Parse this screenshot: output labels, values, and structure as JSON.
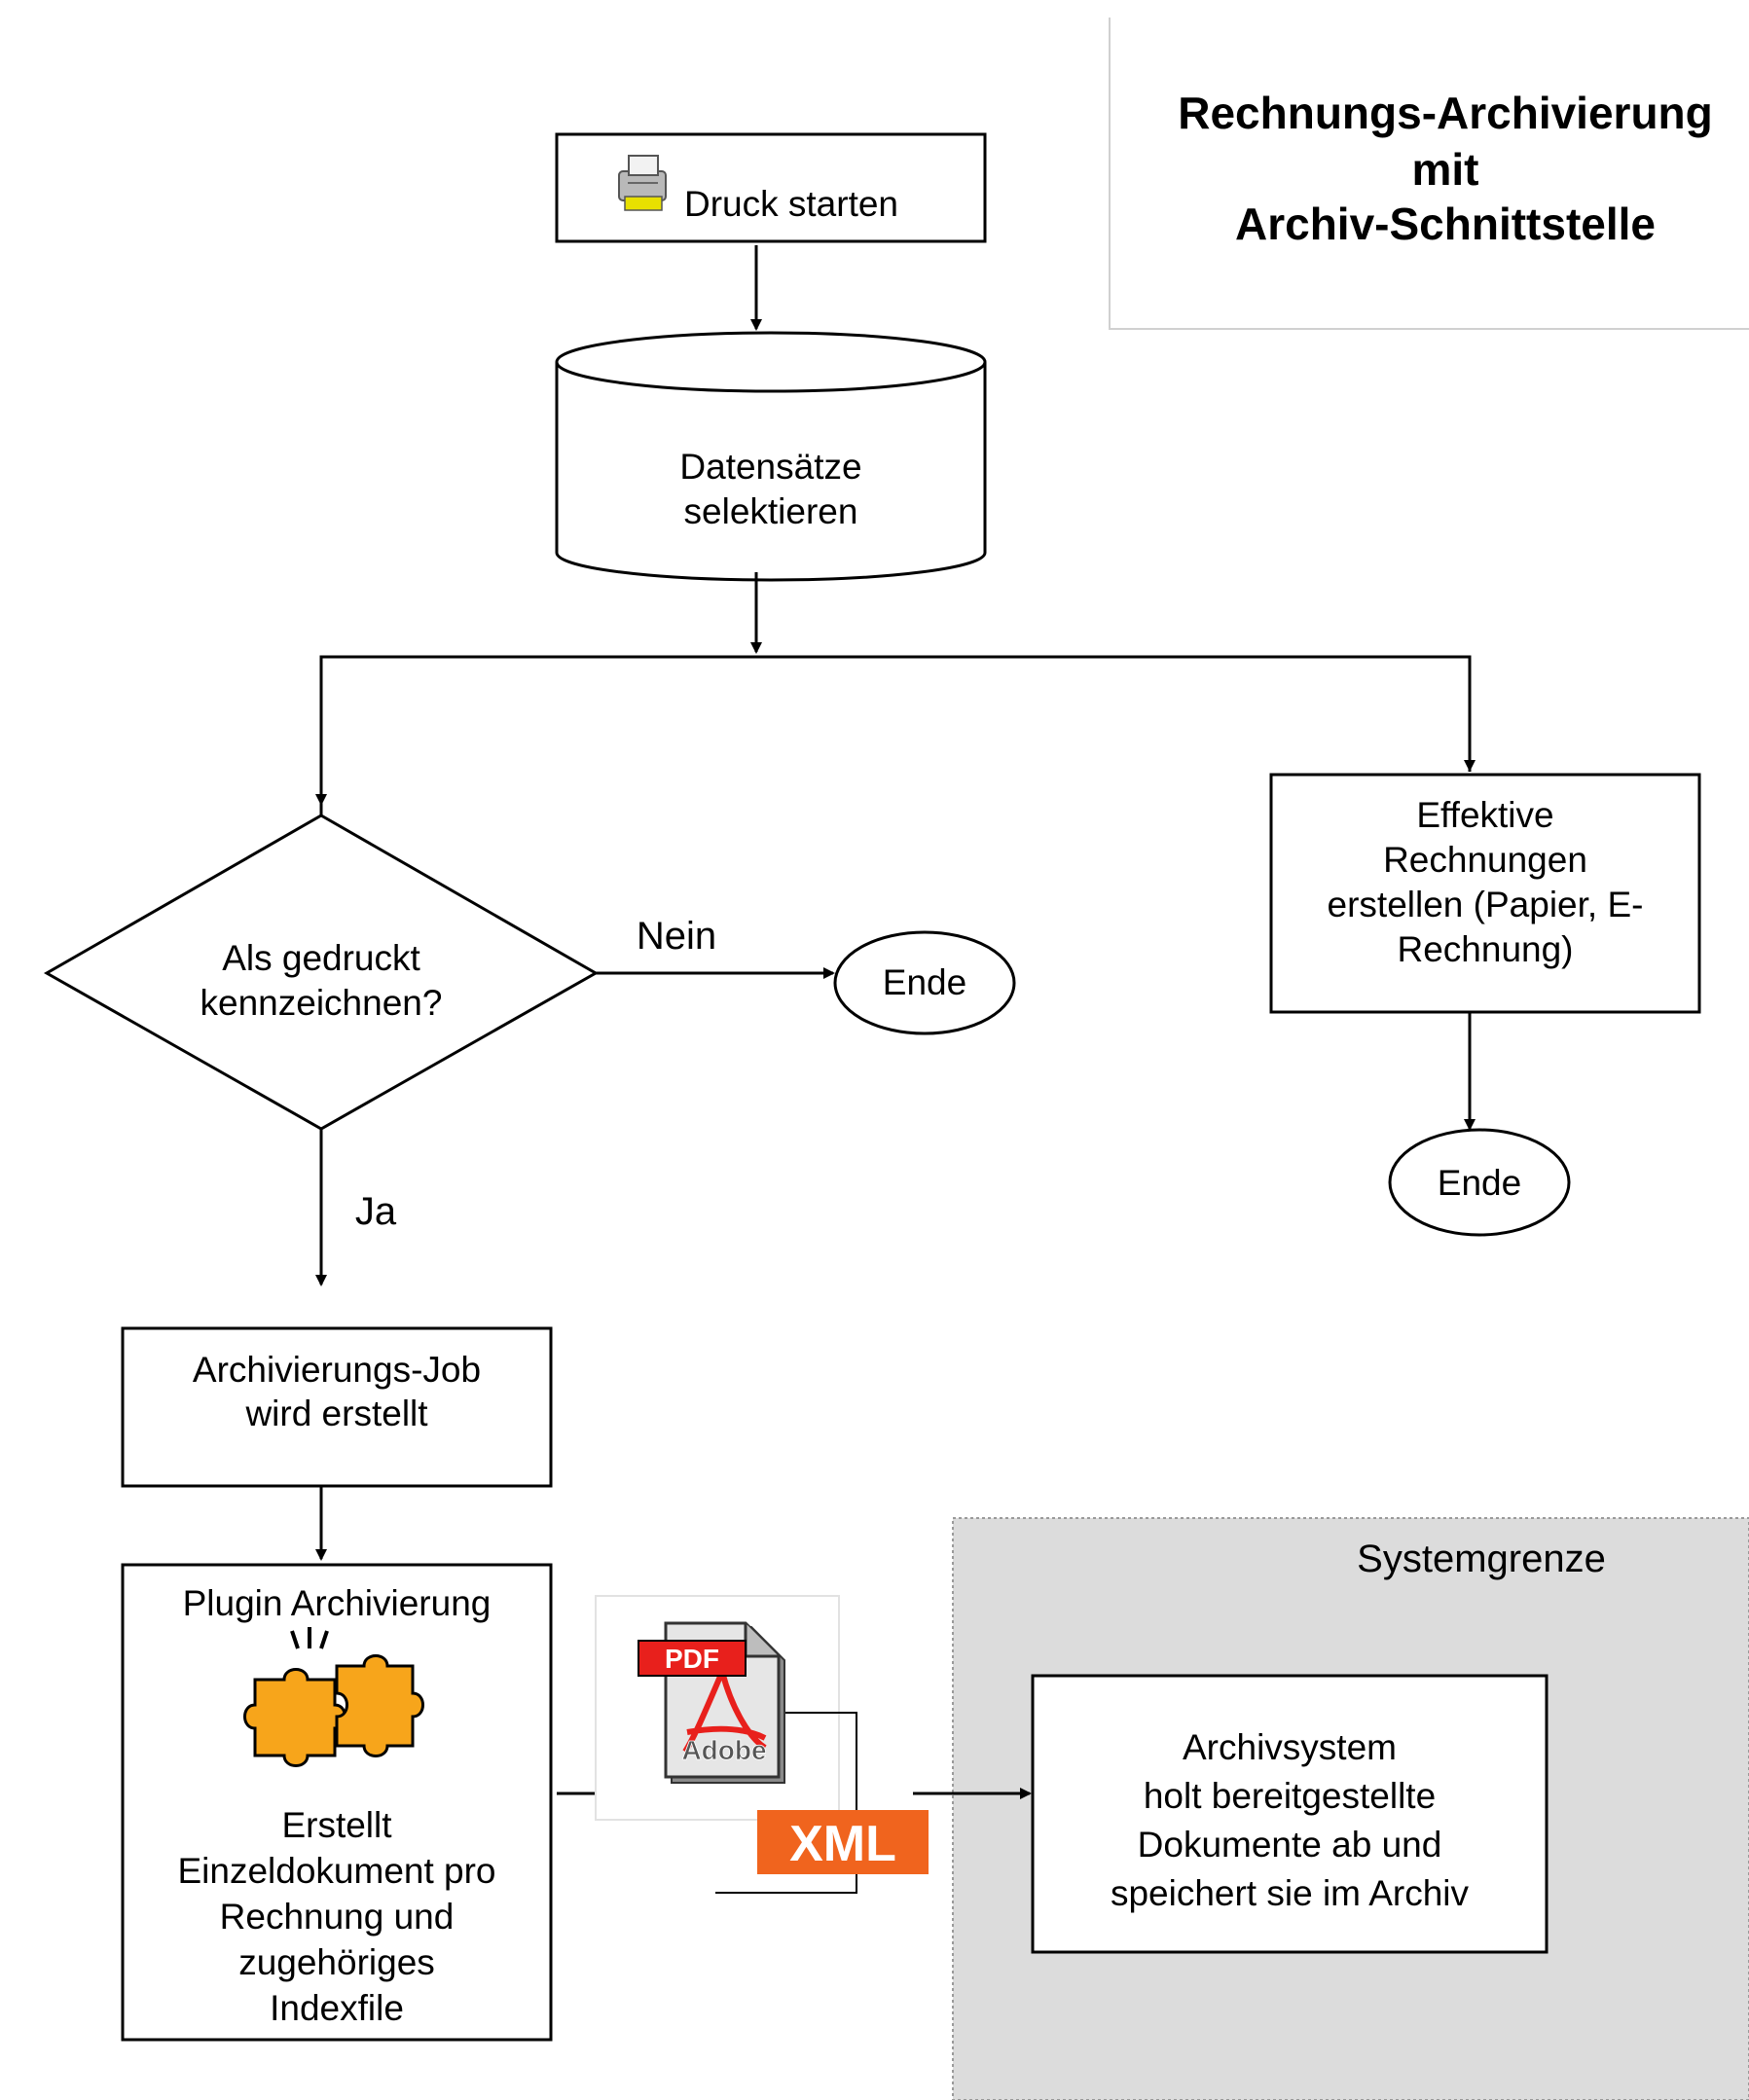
{
  "title": {
    "lines": [
      "Rechnungs-Archivierung",
      "mit",
      "Archiv-Schnittstelle"
    ]
  },
  "nodes": {
    "druck_starten": {
      "label": "Druck starten",
      "icon": "printer-icon"
    },
    "datensaetze": {
      "lines": [
        "Datensätze",
        "selektieren"
      ]
    },
    "decision": {
      "lines": [
        "Als gedruckt",
        "kennzeichnen?"
      ]
    },
    "ende_left": {
      "label": "Ende"
    },
    "effektive": {
      "lines": [
        "Effektive",
        "Rechnungen",
        "erstellen (Papier, E-",
        "Rechnung)"
      ]
    },
    "ende_right": {
      "label": "Ende"
    },
    "archivierungs_job": {
      "lines": [
        "Archivierungs-Job",
        "wird erstellt"
      ]
    },
    "plugin": {
      "heading": "Plugin Archivierung",
      "icon": "puzzle-pieces-icon",
      "lines": [
        "Erstellt",
        "Einzeldokument pro",
        "Rechnung und",
        "zugehöriges",
        "Indexfile"
      ]
    },
    "archivsystem": {
      "lines": [
        "Archivsystem",
        "holt bereitgestellte",
        "Dokumente ab und",
        "speichert sie im Archiv"
      ]
    }
  },
  "edges": {
    "nein_label": "Nein",
    "ja_label": "Ja"
  },
  "documents": {
    "pdf_badge": "PDF",
    "pdf_brand": "Adobe",
    "xml_badge": "XML"
  },
  "system_boundary": {
    "label": "Systemgrenze",
    "color": "#dcdcdc"
  },
  "colors": {
    "pdf_red": "#e8201c",
    "xml_orange": "#f0641e",
    "puzzle_orange": "#f7a51b"
  }
}
